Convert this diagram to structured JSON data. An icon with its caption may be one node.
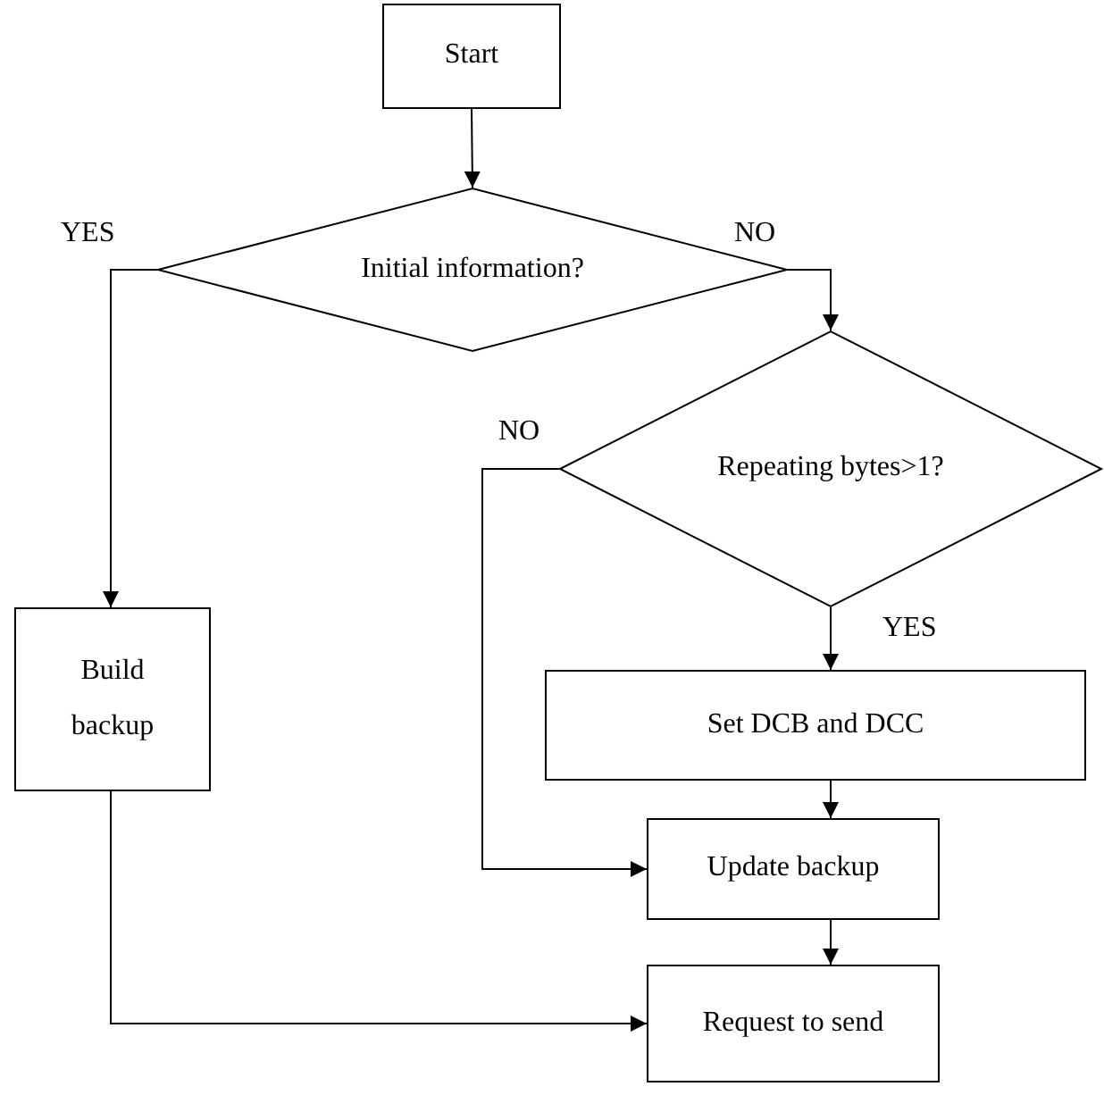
{
  "diagram": {
    "nodes": [
      {
        "text": [
          "Start"
        ]
      },
      {
        "text": [
          "Initial information?"
        ]
      },
      {
        "text": [
          "Repeating bytes>1?"
        ]
      },
      {
        "text": [
          "Build backup"
        ]
      },
      {
        "text": [
          "Set DCB and DCC"
        ]
      },
      {
        "text": [
          "Update backup"
        ]
      },
      {
        "text": [
          "Request to send"
        ]
      }
    ],
    "edges": [
      {
        "from": 0,
        "to": 1,
        "arrow": "to"
      },
      {
        "from": 1,
        "to": 3,
        "arrow": "to",
        "label": "YES"
      },
      {
        "from": 1,
        "to": 2,
        "arrow": "to",
        "label": "NO"
      },
      {
        "from": 2,
        "to": 4,
        "arrow": "to",
        "label": "YES"
      },
      {
        "from": 4,
        "to": 5,
        "arrow": "to"
      },
      {
        "from": 2,
        "to": 5,
        "arrow": "to",
        "label": "NO"
      },
      {
        "from": 5,
        "to": 6,
        "arrow": "to"
      },
      {
        "from": 3,
        "to": 6,
        "arrow": "to"
      }
    ]
  }
}
